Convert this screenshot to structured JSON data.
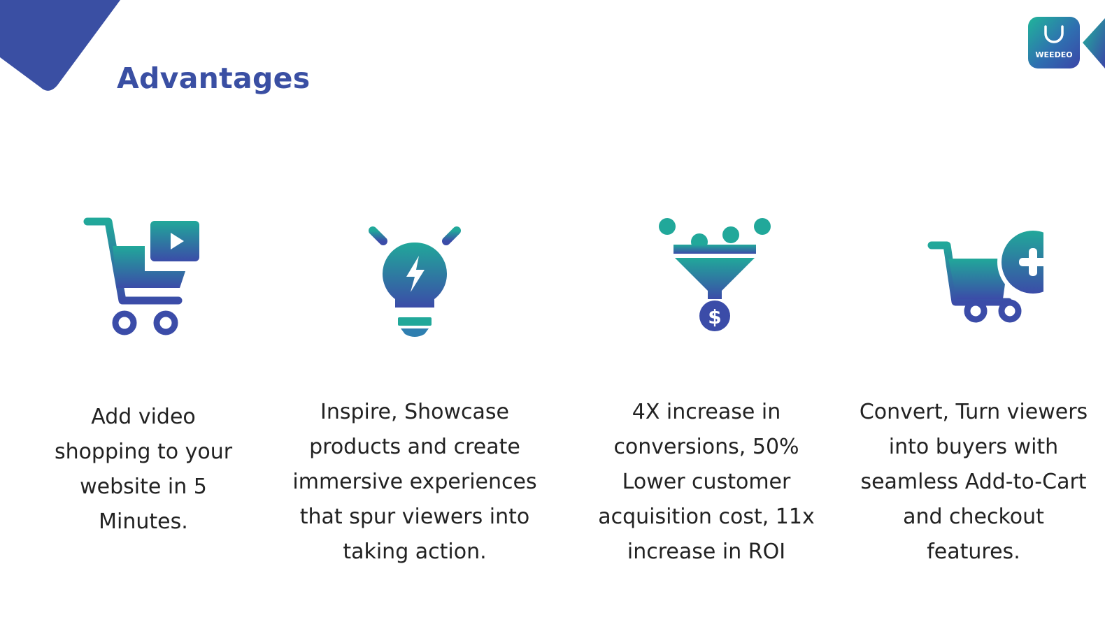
{
  "slide": {
    "title": "Advantages",
    "colors": {
      "title": "#3a4fa3",
      "accent_teal": "#21a89a",
      "accent_indigo": "#3b4ca8",
      "corner": "#3a4fa3"
    }
  },
  "logo": {
    "text": "WEEDEO",
    "icon": "shopping-bag-video-camera-logo"
  },
  "features": [
    {
      "icon": "video-shopping-cart-icon",
      "text": "Add video shopping to your website in 5 Minutes."
    },
    {
      "icon": "lightbulb-bolt-icon",
      "text": "Inspire, Showcase products and create immersive experiences that spur viewers into taking action."
    },
    {
      "icon": "funnel-dollar-icon",
      "text": "4X increase in conversions, 50% Lower customer acquisition cost, 11x increase in ROI"
    },
    {
      "icon": "cart-plus-icon",
      "text": "Convert, Turn viewers into buyers with seamless Add-to-Cart and checkout features."
    }
  ]
}
